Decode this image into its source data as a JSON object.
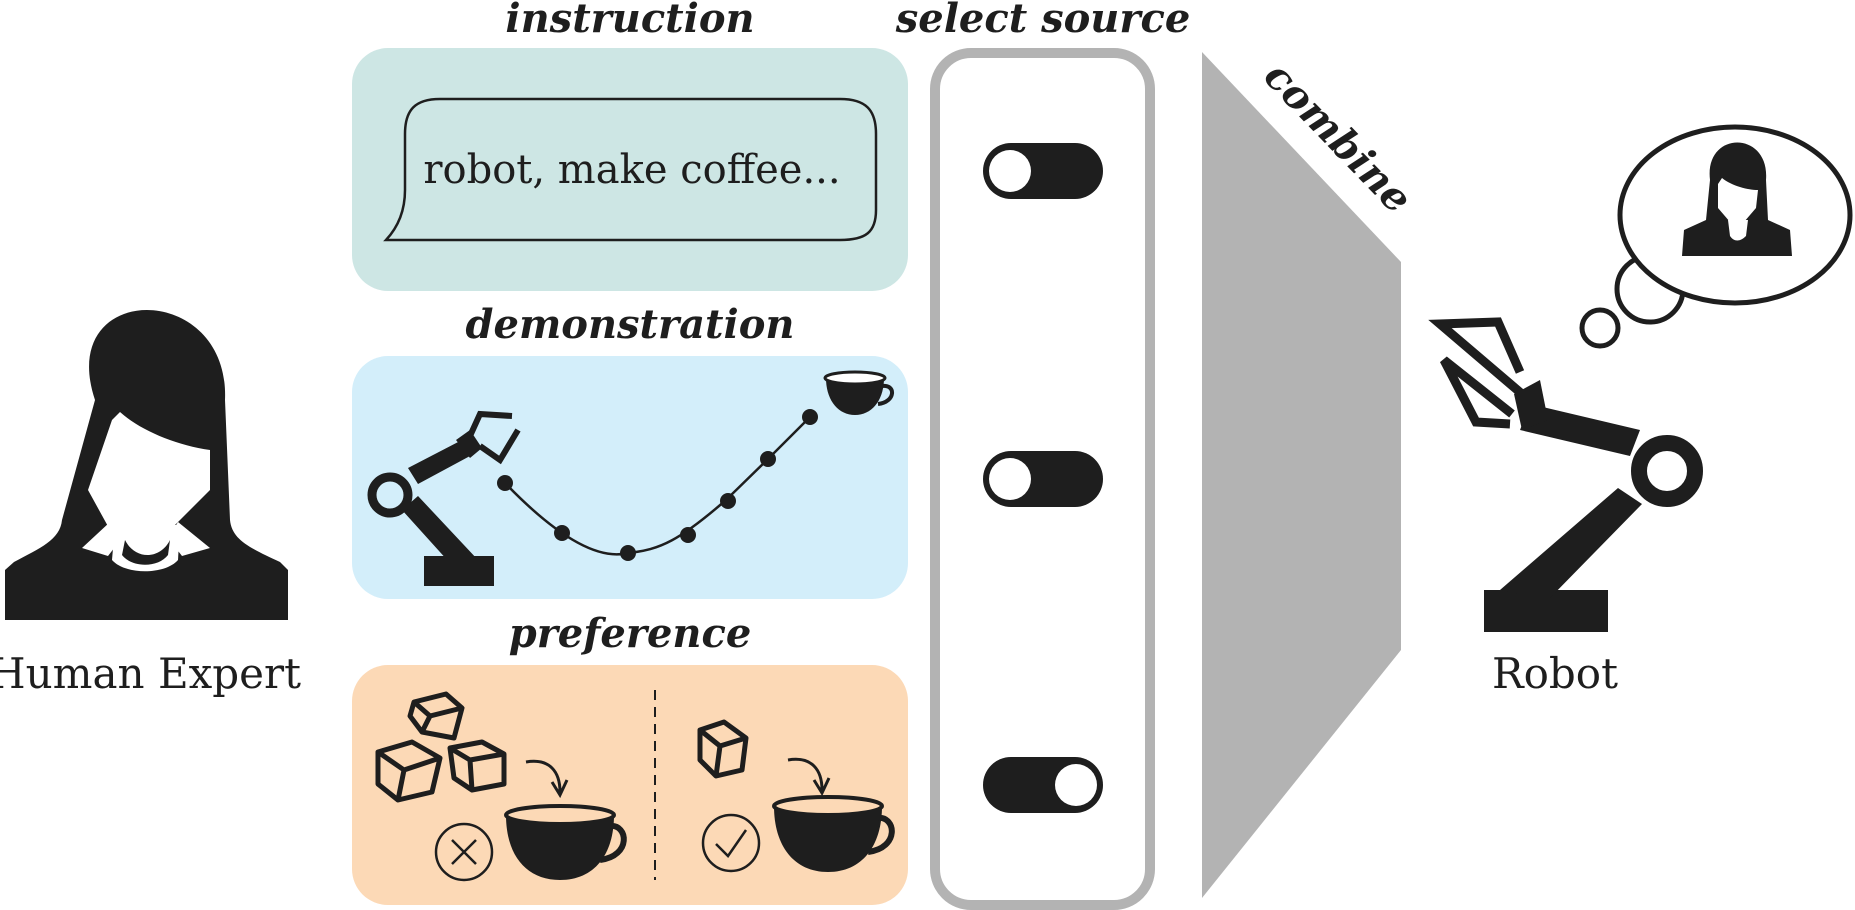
{
  "human": {
    "label": "Human Expert"
  },
  "robot": {
    "label": "Robot"
  },
  "sources": {
    "header": "select source",
    "instruction": {
      "title": "instruction",
      "speech_text": "robot, make coffee..."
    },
    "demonstration": {
      "title": "demonstration"
    },
    "preference": {
      "title": "preference"
    }
  },
  "toggles": [
    {
      "id": "instruction",
      "state": "off"
    },
    {
      "id": "demonstration",
      "state": "off"
    },
    {
      "id": "preference",
      "state": "on"
    }
  ],
  "combine": {
    "label": "combine"
  },
  "colors": {
    "instruction_bg": "#cde6e4",
    "demonstration_bg": "#d3eefa",
    "preference_bg": "#fcd9b6",
    "icon": "#1e1e1e",
    "gray": "#b3b3b3"
  }
}
